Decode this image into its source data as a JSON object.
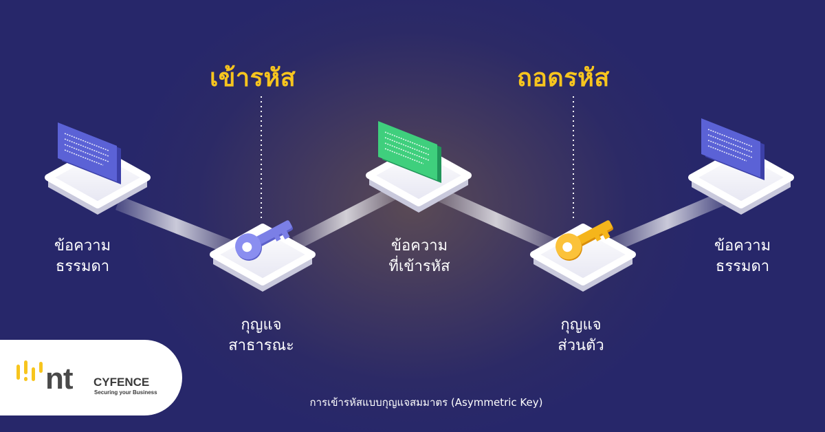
{
  "diagram": {
    "steps": {
      "encrypt": "เข้ารหัส",
      "decrypt": "ถอดรหัส"
    },
    "nodes": {
      "plain_left": [
        "ข้อความ",
        "ธรรมดา"
      ],
      "public_key": [
        "กุญแจ",
        "สาธารณะ"
      ],
      "cipher": [
        "ข้อความ",
        "ที่เข้ารหัส"
      ],
      "private_key": [
        "กุญแจ",
        "ส่วนตัว"
      ],
      "plain_right": [
        "ข้อความ",
        "ธรรมดา"
      ]
    },
    "colors": {
      "highlight": "#f7c51e",
      "plain_doc": "#5b62d6",
      "cipher_doc": "#3fcf7d",
      "public_key": "#7b7fe6",
      "private_key": "#f5b51b"
    },
    "caption": "การเข้ารหัสแบบกุญแจสมมาตร (Asymmetric Key)"
  },
  "logo": {
    "mark": "nt",
    "name": "CYFENCE",
    "tagline": "Securing your Business",
    "icon": "sound-wave-icon"
  }
}
